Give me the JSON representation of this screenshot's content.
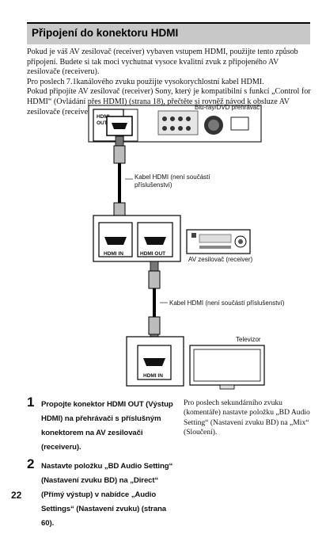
{
  "section": {
    "title": "Připojení do konektoru HDMI"
  },
  "intro": {
    "p1": "Pokud je váš AV zesilovač (receiver) vybaven vstupem HDMI, použijte tento způsob připojení. Budete si tak moci vychutnat vysoce kvalitní zvuk z připojeného AV zesilovače (receiveru).",
    "p2": "Pro poslech 7.1kanálového zvuku použijte vysokorychlostní kabel HDMI.",
    "p3": "Pokud připojíte AV zesilovač (receiver) Sony, který je kompatibilní s funkcí „Control for HDMI“ (Ovládání přes HDMI) (strana 18), přečtěte si rovněž návod k obsluze AV zesilovače (receiveru)."
  },
  "diagram": {
    "player_label": "Blu-ray/DVD přehrávač",
    "player_port": [
      "HDMI",
      "OUT"
    ],
    "cable1_label": [
      "Kabel HDMI (není součástí",
      "příslušenství)"
    ],
    "receiver_in": "HDMI IN",
    "receiver_out": "HDMI OUT",
    "receiver_label": "AV zesilovač (receiver)",
    "cable2_label": "Kabel HDMI (není součástí příslušenství)",
    "tv_label": "Televizor",
    "tv_in": "HDMI IN"
  },
  "steps": [
    {
      "num": "1",
      "text": "Propojte konektor HDMI OUT (Výstup HDMI) na přehrávači s příslušným konektorem na AV zesilovači (receiveru)."
    },
    {
      "num": "2",
      "text": "Nastavte položku „BD Audio Setting“ (Nastavení zvuku BD) na „Direct“ (Přímý výstup) v nabídce „Audio Settings“ (Nastavení zvuku) (strana 60)."
    }
  ],
  "note": "Pro poslech sekundárního zvuku (komentáře) nastavte položku „BD Audio Setting“ (Nastavení zvuku BD) na „Mix“ (Sloučení).",
  "page_number": "22"
}
